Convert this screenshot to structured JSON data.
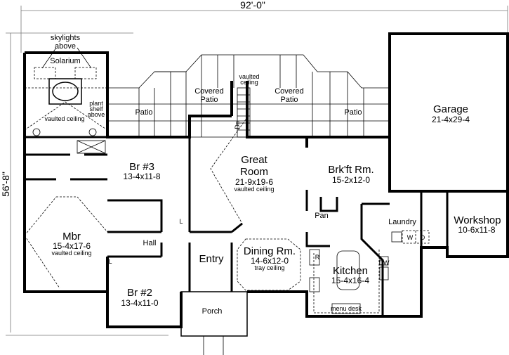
{
  "dimensions": {
    "width": "92'-0\"",
    "depth": "56'-8\""
  },
  "notes": {
    "skylights_1": "skylights",
    "skylights_2": "above",
    "plant_1": "plant",
    "plant_2": "shelf",
    "plant_3": "above",
    "vaulted_solarium": "vaulted ceiling",
    "vaulted_stair_1": "vaulted",
    "vaulted_stair_2": "ceiling",
    "stair_dn": "Dn"
  },
  "rooms": {
    "solarium": {
      "name": "Solarium"
    },
    "patio_left": {
      "name": "Patio"
    },
    "covered_patio_left": {
      "name1": "Covered",
      "name2": "Patio"
    },
    "covered_patio_right": {
      "name1": "Covered",
      "name2": "Patio"
    },
    "patio_right": {
      "name": "Patio"
    },
    "garage": {
      "name": "Garage",
      "size": "21-4x29-4"
    },
    "br3": {
      "name": "Br #3",
      "size": "13-4x11-8"
    },
    "great_room": {
      "name1": "Great",
      "name2": "Room",
      "size": "21-9x19-6",
      "note": "vaulted ceiling"
    },
    "brkft": {
      "name": "Brk'ft Rm.",
      "size": "15-2x12-0"
    },
    "mbr": {
      "name": "Mbr",
      "size": "15-4x17-6",
      "note": "vaulted ceiling"
    },
    "hall": {
      "name": "Hall"
    },
    "entry": {
      "name": "Entry"
    },
    "dining": {
      "name": "Dining Rm.",
      "size": "14-6x12-0",
      "note": "tray ceiling"
    },
    "pantry": {
      "name": "Pan"
    },
    "kitchen": {
      "name": "Kitchen",
      "size": "15-4x16-4"
    },
    "laundry": {
      "name": "Laundry"
    },
    "workshop": {
      "name": "Workshop",
      "size": "10-6x11-8"
    },
    "br2": {
      "name": "Br #2",
      "size": "13-4x11-0"
    },
    "porch": {
      "name": "Porch"
    }
  },
  "fixtures": {
    "menu_desk": "menu desk",
    "washer": "W",
    "dryer": "D",
    "dishwasher": "DW",
    "refrigerator": "R",
    "linen_1": "L",
    "linen_2": "L"
  }
}
